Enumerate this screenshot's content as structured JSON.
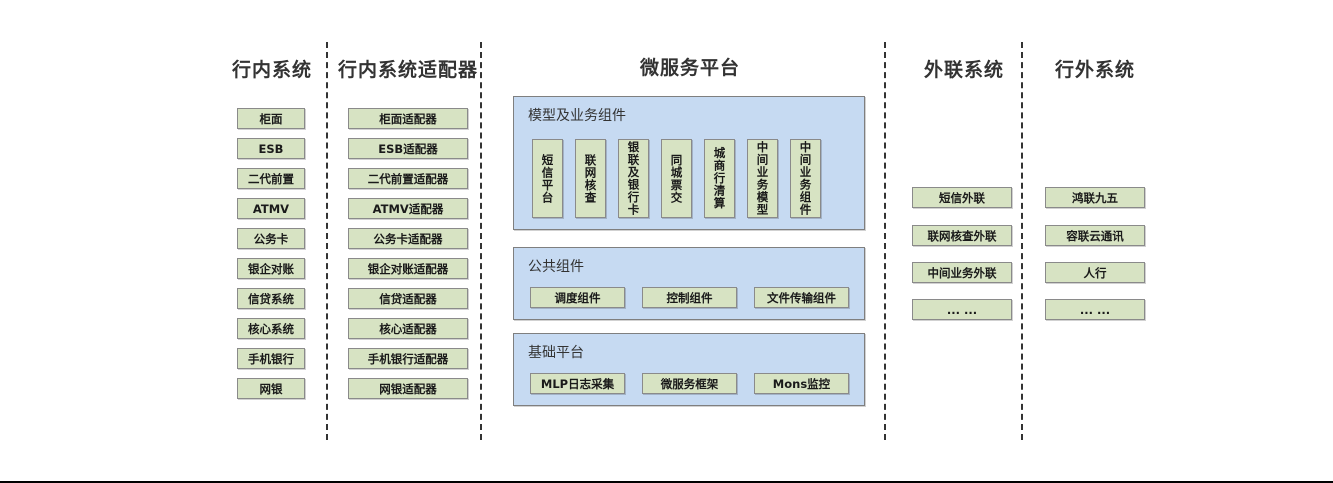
{
  "diagram": {
    "title_internal": "行内系统",
    "title_adapter": "行内系统适配器",
    "title_platform": "微服务平台",
    "title_external_link": "外联系统",
    "title_outside": "行外系统"
  },
  "colors": {
    "node_fill": "#d7e3c3",
    "node_border": "#8a8a8a",
    "panel_fill": "#c6daf2",
    "panel_border": "#7f7f7f",
    "text": "#333333",
    "separator": "#333333"
  },
  "columns": {
    "internal_systems": {
      "header": "行内系统",
      "items": [
        "柜面",
        "ESB",
        "二代前置",
        "ATMV",
        "公务卡",
        "银企对账",
        "信贷系统",
        "核心系统",
        "手机银行",
        "网银"
      ]
    },
    "internal_adapters": {
      "header": "行内系统适配器",
      "items": [
        "柜面适配器",
        "ESB适配器",
        "二代前置适配器",
        "ATMV适配器",
        "公务卡适配器",
        "银企对账适配器",
        "信贷适配器",
        "核心适配器",
        "手机银行适配器",
        "网银适配器"
      ]
    },
    "external_link_systems": {
      "header": "外联系统",
      "items": [
        "短信外联",
        "联网核查外联",
        "中间业务外联",
        "... ..."
      ]
    },
    "outside_systems": {
      "header": "行外系统",
      "items": [
        "鸿联九五",
        "容联云通讯",
        "人行",
        "... ..."
      ]
    }
  },
  "platform": {
    "header": "微服务平台",
    "groups": [
      {
        "title": "模型及业务组件",
        "orientation": "vertical",
        "items": [
          "短信平台",
          "联网核查",
          "银联及银行卡",
          "同城票交",
          "城商行清算",
          "中间业务模型",
          "中间业务组件"
        ]
      },
      {
        "title": "公共组件",
        "orientation": "horizontal",
        "items": [
          "调度组件",
          "控制组件",
          "文件传输组件"
        ]
      },
      {
        "title": "基础平台",
        "orientation": "horizontal",
        "items": [
          "MLP日志采集",
          "微服务框架",
          "Mons监控"
        ]
      }
    ]
  }
}
